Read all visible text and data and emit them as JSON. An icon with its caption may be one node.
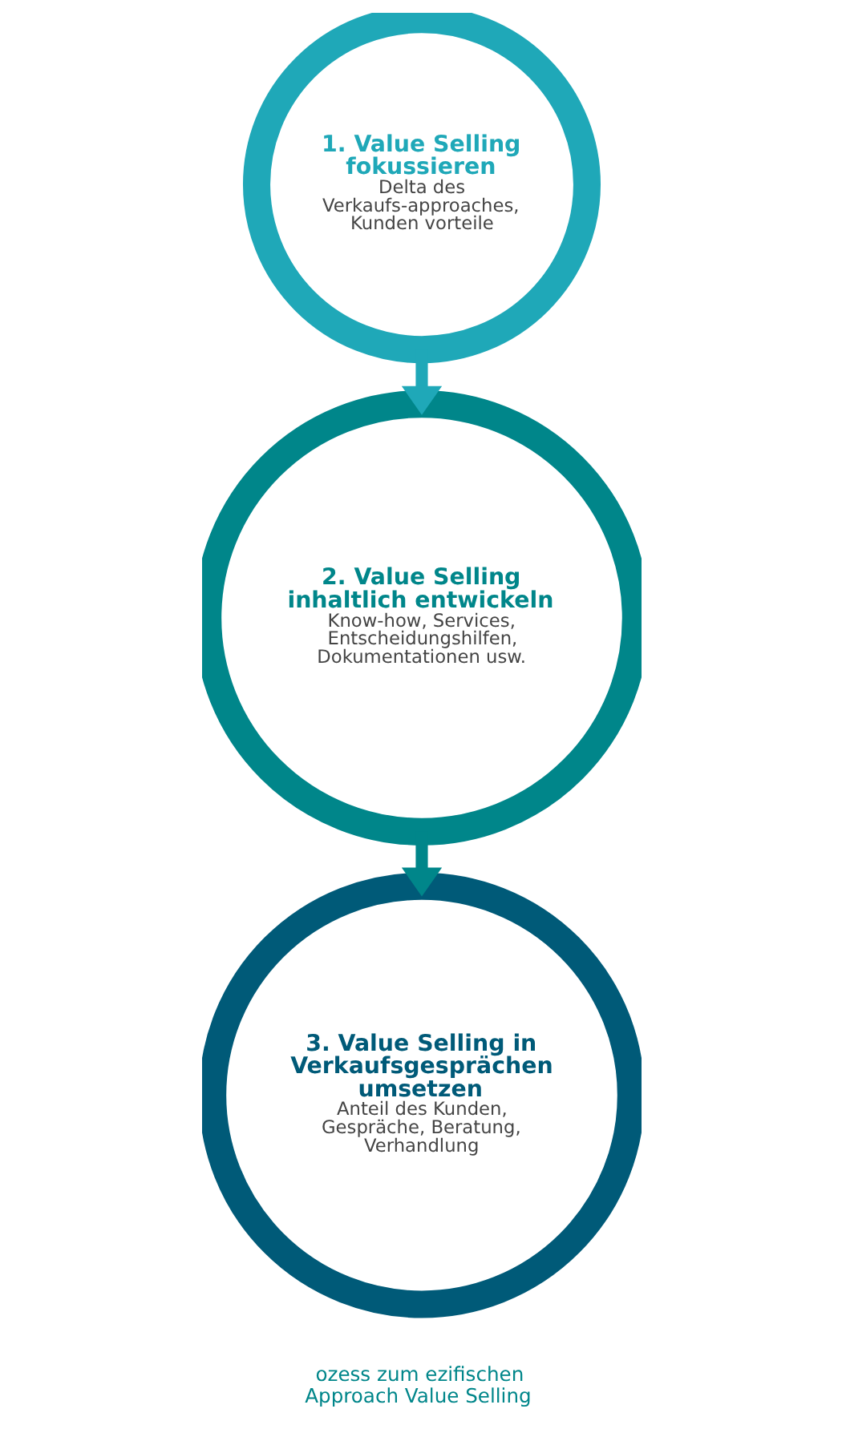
{
  "diagram": {
    "nodes": [
      {
        "text": [
          "1. Value Selling fokussieren",
          "Delta des Verkaufs-approaches, Kunden vorteile"
        ]
      },
      {
        "text": [
          "2. Value Selling inhaltlich entwickeln",
          "Know-how, Services, Entscheidungshilfen, Dokumentationen usw."
        ]
      },
      {
        "text": [
          "3. Value Selling in Verkaufsgesprächen umsetzen",
          "Anteil des Kunden, Gespräche, Beratung, Verhandlung"
        ]
      }
    ],
    "edges": [
      {
        "from": 0,
        "to": 1,
        "arrow": "to",
        "color": "#1fa8b8"
      },
      {
        "from": 1,
        "to": 2,
        "arrow": "to",
        "color": "#00868a"
      }
    ],
    "labels": [
      "ozess zum ezifischen Approach Value Selling"
    ]
  }
}
